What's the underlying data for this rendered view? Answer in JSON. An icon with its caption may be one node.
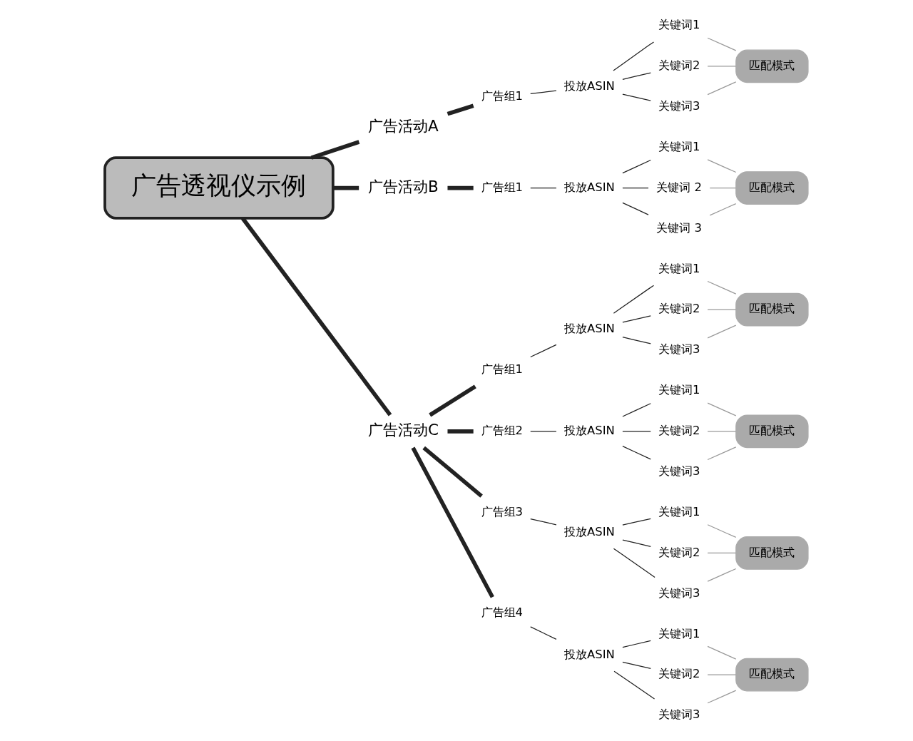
{
  "diagram": {
    "nodes": [
      {
        "text": [
          "广告透视仪示例"
        ]
      },
      {
        "text": [
          "广告活动A"
        ]
      },
      {
        "text": [
          "广告组1"
        ]
      },
      {
        "text": [
          "投放ASIN"
        ]
      },
      {
        "text": [
          "关键词1"
        ]
      },
      {
        "text": [
          "关键词2"
        ]
      },
      {
        "text": [
          "关键词3"
        ]
      },
      {
        "text": [
          "匹配模式"
        ]
      },
      {
        "text": [
          "广告活动B"
        ]
      },
      {
        "text": [
          "广告组1"
        ]
      },
      {
        "text": [
          "投放ASIN"
        ]
      },
      {
        "text": [
          "关键词1"
        ]
      },
      {
        "text": [
          "关键词 2"
        ]
      },
      {
        "text": [
          "关键词 3"
        ]
      },
      {
        "text": [
          "匹配模式"
        ]
      },
      {
        "text": [
          "广告活动C"
        ]
      },
      {
        "text": [
          "广告组1"
        ]
      },
      {
        "text": [
          "投放ASIN"
        ]
      },
      {
        "text": [
          "关键词1"
        ]
      },
      {
        "text": [
          "关键词2"
        ]
      },
      {
        "text": [
          "关键词3"
        ]
      },
      {
        "text": [
          "匹配模式"
        ]
      },
      {
        "text": [
          "广告组2"
        ]
      },
      {
        "text": [
          "投放ASIN"
        ]
      },
      {
        "text": [
          "关键词1"
        ]
      },
      {
        "text": [
          "关键词2"
        ]
      },
      {
        "text": [
          "关键词3"
        ]
      },
      {
        "text": [
          "匹配模式"
        ]
      },
      {
        "text": [
          "广告组3"
        ]
      },
      {
        "text": [
          "投放ASIN"
        ]
      },
      {
        "text": [
          "关键词1"
        ]
      },
      {
        "text": [
          "关键词2"
        ]
      },
      {
        "text": [
          "关键词3"
        ]
      },
      {
        "text": [
          "匹配模式"
        ]
      },
      {
        "text": [
          "广告组4"
        ]
      },
      {
        "text": [
          "投放ASIN"
        ]
      },
      {
        "text": [
          "关键词1"
        ]
      },
      {
        "text": [
          "关键词2"
        ]
      },
      {
        "text": [
          "关键词3"
        ]
      },
      {
        "text": [
          "匹配模式"
        ]
      }
    ],
    "edges": [
      {
        "from": 0,
        "to": 1,
        "arrow": "none",
        "style": "thick"
      },
      {
        "from": 0,
        "to": 8,
        "arrow": "none",
        "style": "thick"
      },
      {
        "from": 0,
        "to": 15,
        "arrow": "none",
        "style": "thick"
      },
      {
        "from": 1,
        "to": 2,
        "arrow": "none",
        "style": "thick"
      },
      {
        "from": 2,
        "to": 3,
        "arrow": "none"
      },
      {
        "from": 3,
        "to": 4,
        "arrow": "none"
      },
      {
        "from": 3,
        "to": 5,
        "arrow": "none"
      },
      {
        "from": 3,
        "to": 6,
        "arrow": "none"
      },
      {
        "from": 4,
        "to": 7,
        "arrow": "none",
        "color": "#999999"
      },
      {
        "from": 5,
        "to": 7,
        "arrow": "none",
        "color": "#999999"
      },
      {
        "from": 6,
        "to": 7,
        "arrow": "none",
        "color": "#999999"
      },
      {
        "from": 8,
        "to": 9,
        "arrow": "none",
        "style": "thick"
      },
      {
        "from": 9,
        "to": 10,
        "arrow": "none"
      },
      {
        "from": 10,
        "to": 11,
        "arrow": "none"
      },
      {
        "from": 10,
        "to": 12,
        "arrow": "none"
      },
      {
        "from": 10,
        "to": 13,
        "arrow": "none"
      },
      {
        "from": 11,
        "to": 14,
        "arrow": "none",
        "color": "#999999"
      },
      {
        "from": 12,
        "to": 14,
        "arrow": "none",
        "color": "#999999"
      },
      {
        "from": 13,
        "to": 14,
        "arrow": "none",
        "color": "#999999"
      },
      {
        "from": 15,
        "to": 16,
        "arrow": "none",
        "style": "thick"
      },
      {
        "from": 15,
        "to": 22,
        "arrow": "none",
        "style": "thick"
      },
      {
        "from": 15,
        "to": 28,
        "arrow": "none",
        "style": "thick"
      },
      {
        "from": 15,
        "to": 34,
        "arrow": "none",
        "style": "thick"
      },
      {
        "from": 16,
        "to": 17,
        "arrow": "none"
      },
      {
        "from": 17,
        "to": 18,
        "arrow": "none"
      },
      {
        "from": 17,
        "to": 19,
        "arrow": "none"
      },
      {
        "from": 17,
        "to": 20,
        "arrow": "none"
      },
      {
        "from": 18,
        "to": 21,
        "arrow": "none",
        "color": "#999999"
      },
      {
        "from": 19,
        "to": 21,
        "arrow": "none",
        "color": "#999999"
      },
      {
        "from": 20,
        "to": 21,
        "arrow": "none",
        "color": "#999999"
      },
      {
        "from": 22,
        "to": 23,
        "arrow": "none"
      },
      {
        "from": 23,
        "to": 24,
        "arrow": "none"
      },
      {
        "from": 23,
        "to": 25,
        "arrow": "none"
      },
      {
        "from": 23,
        "to": 26,
        "arrow": "none"
      },
      {
        "from": 24,
        "to": 27,
        "arrow": "none",
        "color": "#999999"
      },
      {
        "from": 25,
        "to": 27,
        "arrow": "none",
        "color": "#999999"
      },
      {
        "from": 26,
        "to": 27,
        "arrow": "none",
        "color": "#999999"
      },
      {
        "from": 28,
        "to": 29,
        "arrow": "none"
      },
      {
        "from": 29,
        "to": 30,
        "arrow": "none"
      },
      {
        "from": 29,
        "to": 31,
        "arrow": "none"
      },
      {
        "from": 29,
        "to": 32,
        "arrow": "none"
      },
      {
        "from": 30,
        "to": 33,
        "arrow": "none",
        "color": "#999999"
      },
      {
        "from": 31,
        "to": 33,
        "arrow": "none",
        "color": "#999999"
      },
      {
        "from": 32,
        "to": 33,
        "arrow": "none",
        "color": "#999999"
      },
      {
        "from": 34,
        "to": 35,
        "arrow": "none"
      },
      {
        "from": 35,
        "to": 36,
        "arrow": "none"
      },
      {
        "from": 35,
        "to": 37,
        "arrow": "none"
      },
      {
        "from": 35,
        "to": 38,
        "arrow": "none"
      },
      {
        "from": 36,
        "to": 39,
        "arrow": "none",
        "color": "#999999"
      },
      {
        "from": 37,
        "to": 39,
        "arrow": "none",
        "color": "#999999"
      },
      {
        "from": 38,
        "to": 39,
        "arrow": "none",
        "color": "#999999"
      }
    ]
  }
}
